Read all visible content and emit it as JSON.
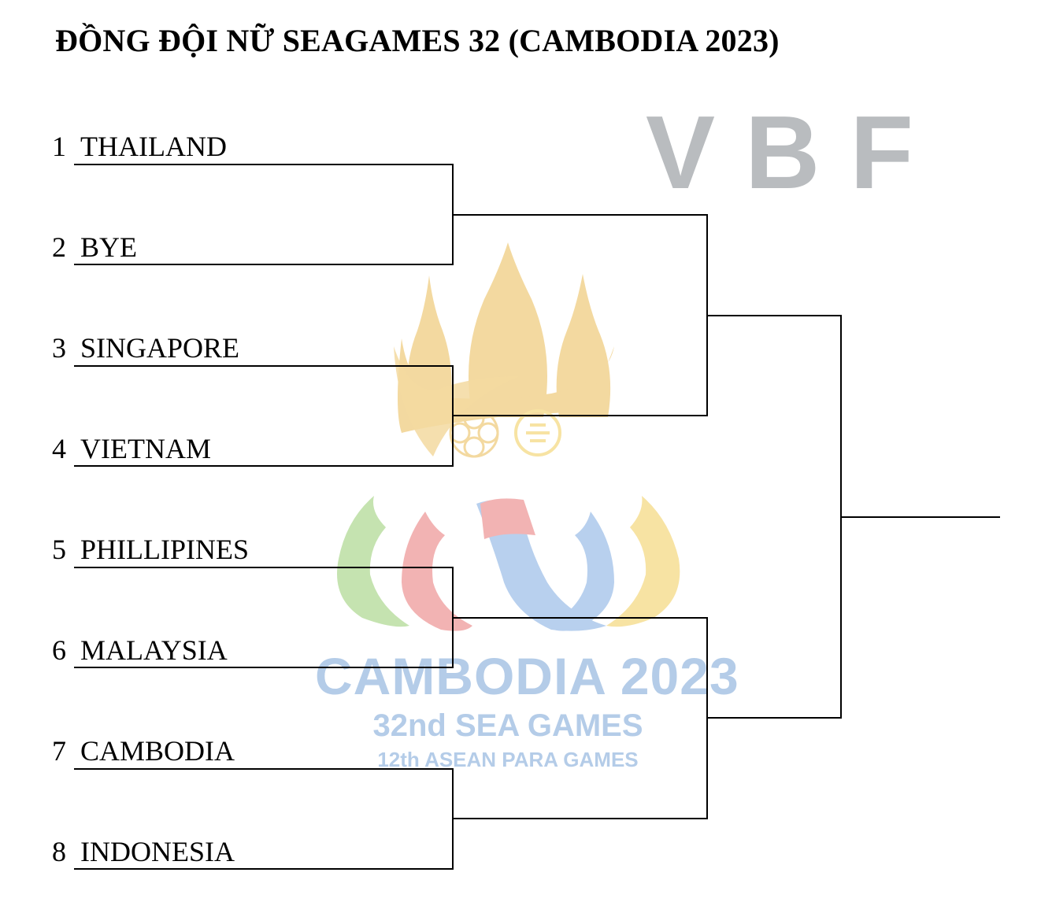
{
  "title": "ĐỒNG ĐỘI NỮ SEAGAMES 32 (CAMBODIA 2023)",
  "watermark": "VBF",
  "logo": {
    "line1": "CAMBODIA 2023",
    "line2": "32nd SEA GAMES",
    "line3": "12th ASEAN PARA GAMES"
  },
  "teams": [
    {
      "seed": "1",
      "name": "THAILAND"
    },
    {
      "seed": "2",
      "name": "BYE"
    },
    {
      "seed": "3",
      "name": "SINGAPORE"
    },
    {
      "seed": "4",
      "name": "VIETNAM"
    },
    {
      "seed": "5",
      "name": "PHILLIPINES"
    },
    {
      "seed": "6",
      "name": "MALAYSIA"
    },
    {
      "seed": "7",
      "name": "CAMBODIA"
    },
    {
      "seed": "8",
      "name": "INDONESIA"
    }
  ],
  "colors": {
    "line": "#000000",
    "watermark": "#b9bcbf",
    "logo_gold": "#f3d9a0",
    "logo_green": "#c5e3b0",
    "logo_red": "#f2b3b3",
    "logo_blue": "#b8d0ee",
    "logo_yellow": "#f7e3a3"
  }
}
